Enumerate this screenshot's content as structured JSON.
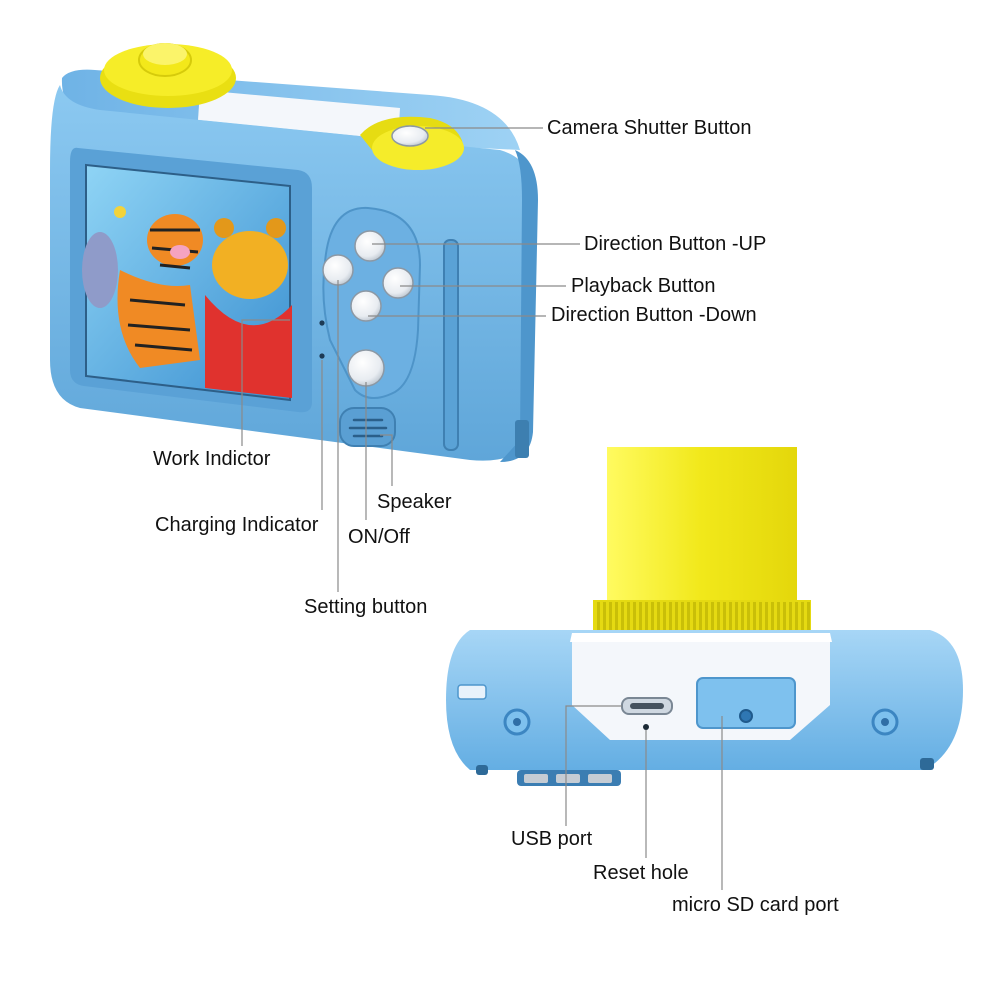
{
  "labels": {
    "shutter": "Camera Shutter Button",
    "dir_up": "Direction Button -UP",
    "playback": "Playback Button",
    "dir_down": "Direction Button -Down",
    "work": "Work Indictor",
    "charging": "Charging Indicator",
    "speaker": "Speaker",
    "onoff": "ON/Off",
    "setting": "Setting button",
    "usb": "USB port",
    "reset": "Reset hole",
    "sd": "micro SD card port"
  },
  "colors": {
    "body_blue": "#79bde9",
    "body_blue_dark": "#4e96cc",
    "accent_yellow": "#f4ea1f",
    "white_trim": "#f4f7fb",
    "leader_line": "#8a8a8a"
  }
}
